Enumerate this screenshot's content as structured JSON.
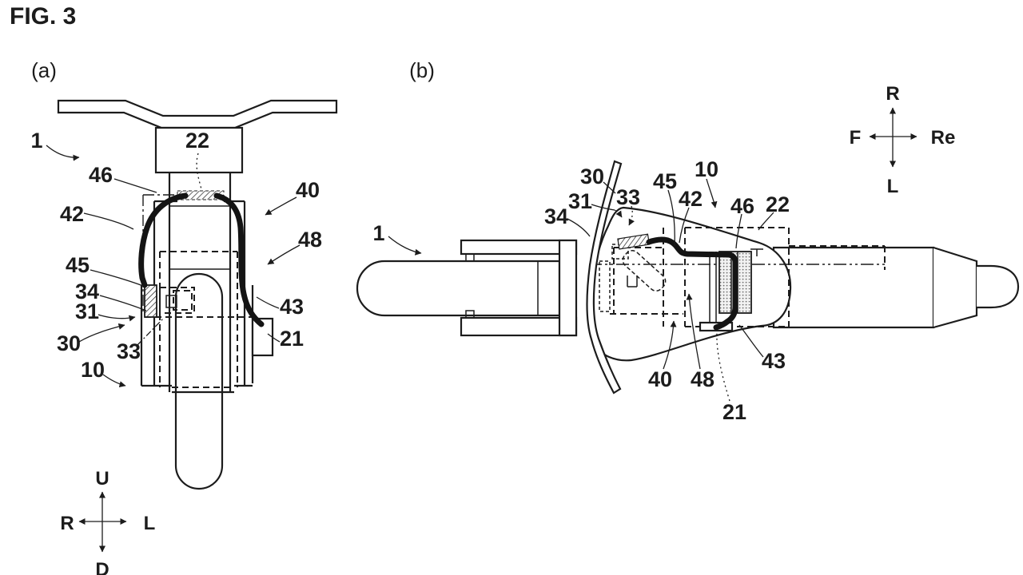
{
  "figure_title": "FIG. 3",
  "ink_color": "#1c1c1c",
  "paper_color": "#ffffff",
  "subfigure_a": {
    "label": "(a)",
    "refs": {
      "r1": "1",
      "r10": "10",
      "r21": "21",
      "r22": "22",
      "r30": "30",
      "r31": "31",
      "r33": "33",
      "r34": "34",
      "r40": "40",
      "r42": "42",
      "r43": "43",
      "r45": "45",
      "r46": "46",
      "r48": "48"
    },
    "compass": {
      "up": "U",
      "down": "D",
      "left": "R",
      "right": "L"
    }
  },
  "subfigure_b": {
    "label": "(b)",
    "refs": {
      "r1": "1",
      "r10": "10",
      "r21": "21",
      "r22": "22",
      "r30": "30",
      "r31": "31",
      "r33": "33",
      "r34": "34",
      "r40": "40",
      "r42": "42",
      "r43": "43",
      "r45": "45",
      "r46": "46",
      "r48": "48"
    },
    "compass": {
      "up": "R",
      "down": "L",
      "left": "F",
      "right": "Re"
    }
  }
}
